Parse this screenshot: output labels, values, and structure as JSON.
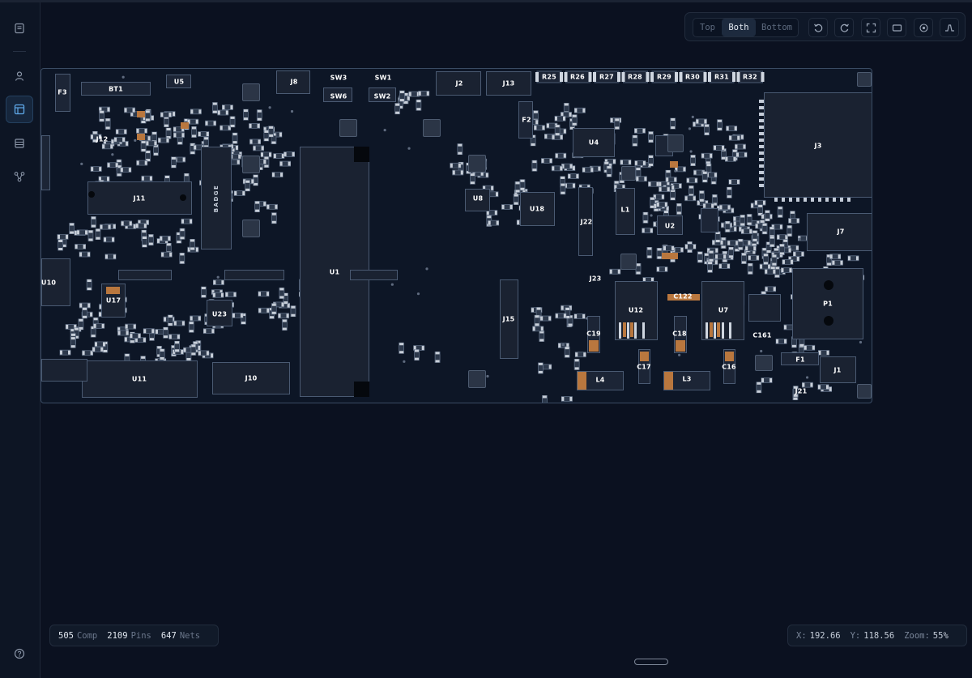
{
  "view_toggle": {
    "options": [
      "Top",
      "Both",
      "Bottom"
    ],
    "selected": "Both"
  },
  "toolbar": {
    "icons": [
      "rotate-ccw-icon",
      "rotate-cw-icon",
      "fit-screen-icon",
      "outline-icon",
      "target-icon",
      "signal-icon"
    ]
  },
  "sidebar": {
    "icons": [
      "document-icon",
      "user-icon",
      "board-layout-icon",
      "table-icon",
      "nodes-icon",
      "help-icon"
    ],
    "active": "board-layout-icon"
  },
  "stats": {
    "components": "505",
    "components_unit": "Comp",
    "pins": "2109",
    "pins_unit": "Pins",
    "nets": "647",
    "nets_unit": "Nets"
  },
  "cursor": {
    "x_label": "X:",
    "x": "192.66",
    "y_label": "Y:",
    "y": "118.56",
    "zoom_label": "Zoom:",
    "zoom": "55%"
  },
  "board": {
    "designators": [
      "F3",
      "BT1",
      "U5",
      "J8",
      "SW3",
      "SW1",
      "SW6",
      "SW2",
      "J2",
      "J13",
      "R25",
      "R26",
      "R27",
      "R28",
      "R29",
      "R30",
      "R31",
      "R32",
      "F2",
      "U4",
      "J3",
      "J12",
      "J11",
      "U8",
      "U18",
      "L1",
      "U2",
      "J22",
      "J7",
      "U10",
      "U17",
      "U23",
      "U1",
      "J15",
      "J23",
      "U12",
      "C122",
      "U7",
      "P1",
      "C19",
      "C18",
      "C161",
      "F1",
      "C17",
      "C16",
      "J1",
      "U11",
      "J10",
      "L4",
      "L3",
      "J21"
    ],
    "silkscreen": [
      "BADGE"
    ]
  }
}
